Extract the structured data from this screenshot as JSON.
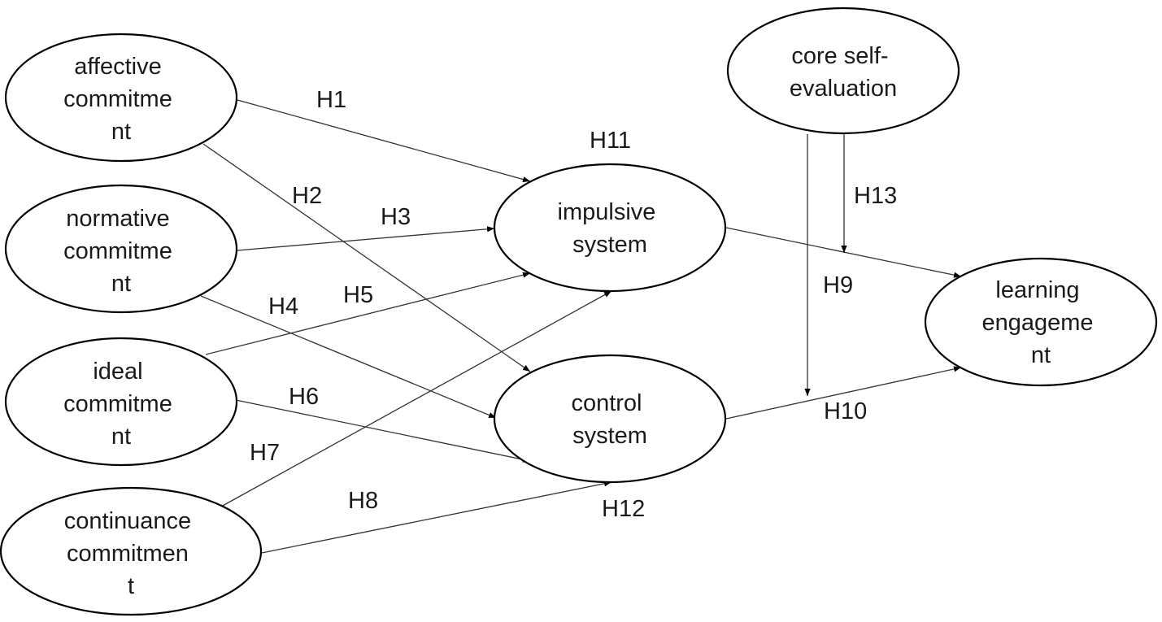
{
  "nodes": {
    "affective": {
      "lines": [
        "affective",
        "commitme",
        "nt"
      ]
    },
    "normative": {
      "lines": [
        "normative",
        "commitme",
        "nt"
      ]
    },
    "ideal": {
      "lines": [
        "ideal",
        "commitme",
        "nt"
      ]
    },
    "continuance": {
      "lines": [
        "continuance",
        "commitmen",
        "t"
      ]
    },
    "impulsive": {
      "lines": [
        "impulsive",
        "system"
      ]
    },
    "control": {
      "lines": [
        "control",
        "system"
      ]
    },
    "core": {
      "lines": [
        "core self-",
        "evaluation"
      ]
    },
    "learning": {
      "lines": [
        "learning",
        "engageme",
        "nt"
      ]
    }
  },
  "hypotheses": {
    "h1": "H1",
    "h2": "H2",
    "h3": "H3",
    "h4": "H4",
    "h5": "H5",
    "h6": "H6",
    "h7": "H7",
    "h8": "H8",
    "h9": "H9",
    "h10": "H10",
    "h11": "H11",
    "h12": "H12",
    "h13": "H13"
  },
  "edges": [
    {
      "from": "affective",
      "to": "impulsive",
      "label": "H1"
    },
    {
      "from": "affective",
      "to": "control",
      "label": "H2"
    },
    {
      "from": "normative",
      "to": "impulsive",
      "label": "H3"
    },
    {
      "from": "normative",
      "to": "control",
      "label": "H4"
    },
    {
      "from": "ideal",
      "to": "impulsive",
      "label": "H5"
    },
    {
      "from": "ideal",
      "to": "control",
      "label": "H6"
    },
    {
      "from": "continuance",
      "to": "impulsive",
      "label": "H7"
    },
    {
      "from": "continuance",
      "to": "control",
      "label": "H8"
    },
    {
      "from": "impulsive",
      "to": "learning",
      "label": "H9"
    },
    {
      "from": "control",
      "to": "learning",
      "label": "H10"
    },
    {
      "from": "core",
      "to": "impulsive-learning path",
      "label": "H13"
    },
    {
      "from": "core",
      "to": "control-learning path",
      "label": "H13"
    }
  ]
}
